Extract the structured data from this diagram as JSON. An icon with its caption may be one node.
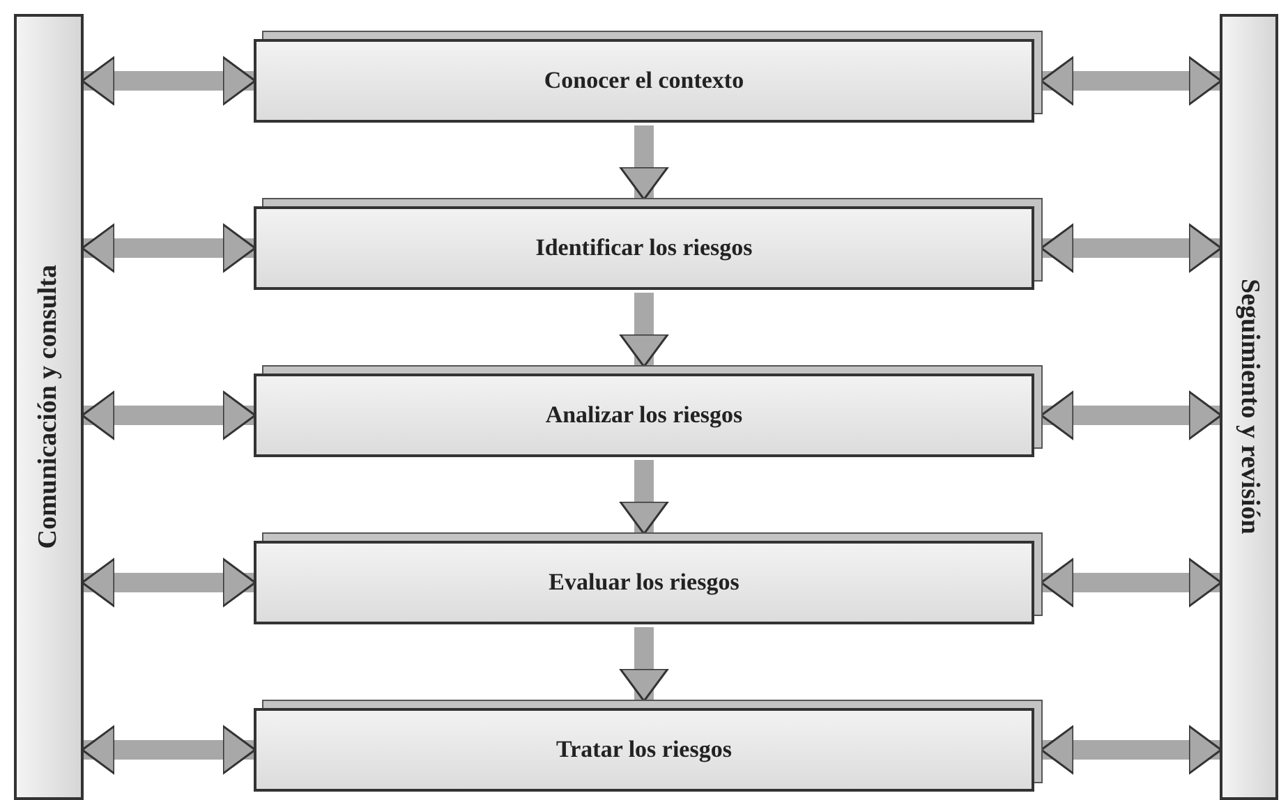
{
  "diagram": {
    "nodes": [
      {
        "text": [
          "Comunicación y consulta"
        ]
      },
      {
        "text": [
          "Seguimiento y revisión"
        ]
      },
      {
        "text": [
          "Conocer el contexto"
        ]
      },
      {
        "text": [
          "Identificar los riesgos"
        ]
      },
      {
        "text": [
          "Analizar los riesgos"
        ]
      },
      {
        "text": [
          "Evaluar los riesgos"
        ]
      },
      {
        "text": [
          "Tratar los riesgos"
        ]
      }
    ],
    "edges": [
      {
        "from": 0,
        "to": 2,
        "arrow": "both"
      },
      {
        "from": 2,
        "to": 1,
        "arrow": "both"
      },
      {
        "from": 2,
        "to": 3,
        "arrow": "to"
      },
      {
        "from": 0,
        "to": 3,
        "arrow": "both"
      },
      {
        "from": 3,
        "to": 1,
        "arrow": "both"
      },
      {
        "from": 3,
        "to": 4,
        "arrow": "to"
      },
      {
        "from": 0,
        "to": 4,
        "arrow": "both"
      },
      {
        "from": 4,
        "to": 1,
        "arrow": "both"
      },
      {
        "from": 4,
        "to": 5,
        "arrow": "to"
      },
      {
        "from": 0,
        "to": 5,
        "arrow": "both"
      },
      {
        "from": 5,
        "to": 1,
        "arrow": "both"
      },
      {
        "from": 5,
        "to": 6,
        "arrow": "to"
      },
      {
        "from": 0,
        "to": 6,
        "arrow": "both"
      },
      {
        "from": 6,
        "to": 1,
        "arrow": "both"
      }
    ]
  }
}
